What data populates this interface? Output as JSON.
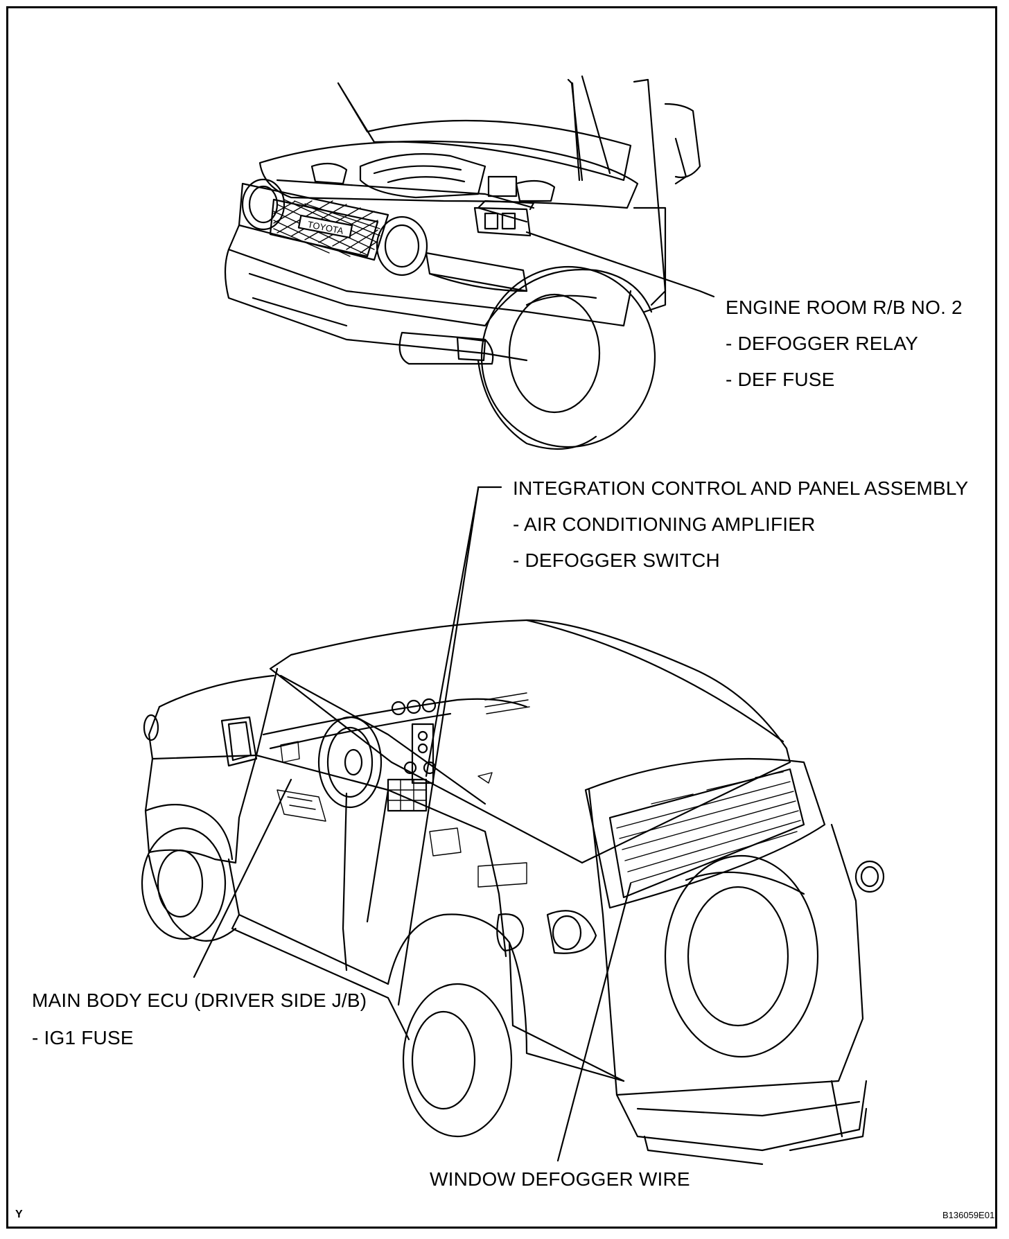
{
  "callouts": {
    "engine_room_rb": {
      "title": "ENGINE ROOM R/B NO. 2",
      "items": [
        "- DEFOGGER RELAY",
        "- DEF FUSE"
      ]
    },
    "integration_panel": {
      "title": "INTEGRATION CONTROL AND PANEL ASSEMBLY",
      "items": [
        "- AIR CONDITIONING AMPLIFIER",
        "- DEFOGGER SWITCH"
      ]
    },
    "main_body_ecu": {
      "title": "MAIN BODY ECU (DRIVER SIDE J/B)",
      "items": [
        "- IG1 FUSE"
      ]
    },
    "window_defogger": {
      "title": "WINDOW DEFOGGER WIRE"
    }
  },
  "footer": {
    "corner_mark": "Y",
    "figure_id": "B136059E01"
  },
  "grille_brand_text": "TOYOTA"
}
